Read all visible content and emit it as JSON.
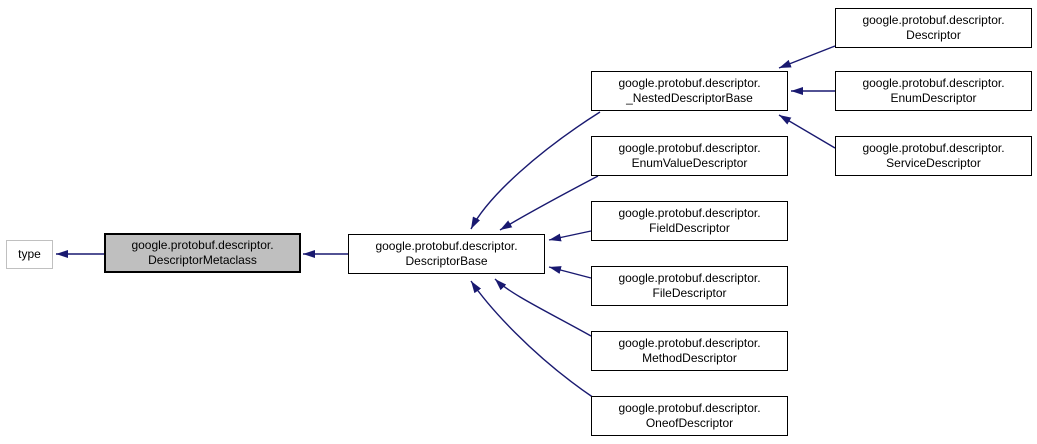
{
  "diagram": {
    "type": "class-inheritance-graph",
    "background_color": "#ffffff",
    "arrow_color": "#191970",
    "node_fill": "#ffffff",
    "node_border_color": "#000000",
    "selected_node_fill": "#bfbfbf",
    "external_node_border_color": "#c0c0c0",
    "nodes": [
      {
        "id": "type",
        "line1": "type",
        "line2": "",
        "selected": false,
        "external": true
      },
      {
        "id": "descriptor-metaclass",
        "line1": "google.protobuf.descriptor.",
        "line2": "DescriptorMetaclass",
        "selected": true,
        "external": false
      },
      {
        "id": "descriptor-base",
        "line1": "google.protobuf.descriptor.",
        "line2": "DescriptorBase",
        "selected": false,
        "external": false
      },
      {
        "id": "nested-descriptor-base",
        "line1": "google.protobuf.descriptor.",
        "line2": "_NestedDescriptorBase",
        "selected": false,
        "external": false
      },
      {
        "id": "enum-value-descriptor",
        "line1": "google.protobuf.descriptor.",
        "line2": "EnumValueDescriptor",
        "selected": false,
        "external": false
      },
      {
        "id": "field-descriptor",
        "line1": "google.protobuf.descriptor.",
        "line2": "FieldDescriptor",
        "selected": false,
        "external": false
      },
      {
        "id": "file-descriptor",
        "line1": "google.protobuf.descriptor.",
        "line2": "FileDescriptor",
        "selected": false,
        "external": false
      },
      {
        "id": "method-descriptor",
        "line1": "google.protobuf.descriptor.",
        "line2": "MethodDescriptor",
        "selected": false,
        "external": false
      },
      {
        "id": "oneof-descriptor",
        "line1": "google.protobuf.descriptor.",
        "line2": "OneofDescriptor",
        "selected": false,
        "external": false
      },
      {
        "id": "descriptor",
        "line1": "google.protobuf.descriptor.",
        "line2": "Descriptor",
        "selected": false,
        "external": false
      },
      {
        "id": "enum-descriptor",
        "line1": "google.protobuf.descriptor.",
        "line2": "EnumDescriptor",
        "selected": false,
        "external": false
      },
      {
        "id": "service-descriptor",
        "line1": "google.protobuf.descriptor.",
        "line2": "ServiceDescriptor",
        "selected": false,
        "external": false
      }
    ],
    "edges": [
      {
        "from": "descriptor-metaclass",
        "to": "type"
      },
      {
        "from": "descriptor-base",
        "to": "descriptor-metaclass"
      },
      {
        "from": "nested-descriptor-base",
        "to": "descriptor-base"
      },
      {
        "from": "enum-value-descriptor",
        "to": "descriptor-base"
      },
      {
        "from": "field-descriptor",
        "to": "descriptor-base"
      },
      {
        "from": "file-descriptor",
        "to": "descriptor-base"
      },
      {
        "from": "method-descriptor",
        "to": "descriptor-base"
      },
      {
        "from": "oneof-descriptor",
        "to": "descriptor-base"
      },
      {
        "from": "descriptor",
        "to": "nested-descriptor-base"
      },
      {
        "from": "enum-descriptor",
        "to": "nested-descriptor-base"
      },
      {
        "from": "service-descriptor",
        "to": "nested-descriptor-base"
      }
    ]
  }
}
